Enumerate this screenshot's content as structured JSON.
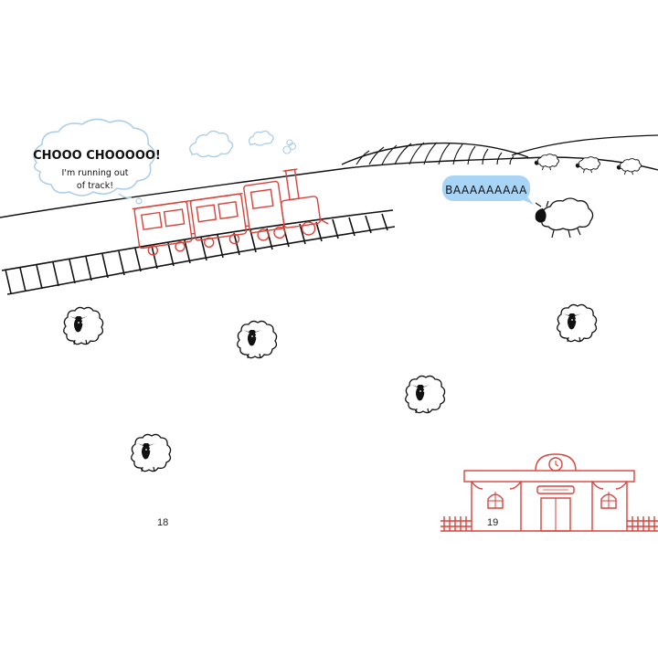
{
  "speech": {
    "train_line1": "CHOOO CHOOOOO!",
    "train_line2": "I'm running out",
    "train_line3": "of track!",
    "sheep_baa": "BAAAAAAAAA"
  },
  "page_numbers": {
    "left": "18",
    "right": "19"
  },
  "colors": {
    "ink": "#111111",
    "train_red": "#d9423a",
    "cloud_blue": "#a9cde8",
    "bubble_blue": "#a8d4f5"
  },
  "illustration": {
    "scattered_sheep_count": 6,
    "hill_sheep_count": 3
  }
}
